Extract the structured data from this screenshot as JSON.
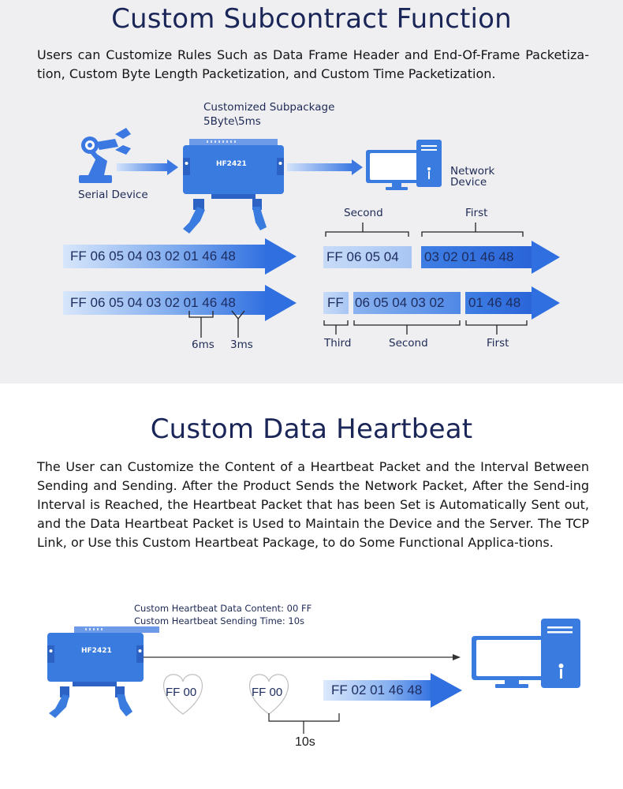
{
  "section1": {
    "title": "Custom Subcontract Function",
    "paragraph": "Users can Customize Rules Such as Data Frame Header and End-Of-Frame Packetiza-tion, Custom Byte Length Packetization, and Custom Time Packetization.",
    "subpackage_label_line1": "Customized Subpackage",
    "subpackage_label_line2": "5Byte\\5ms",
    "serial_device_label": "Serial Device",
    "network_device_label_line1": "Network",
    "network_device_label_line2": "Device",
    "device_model": "HF2421",
    "row1_data": "FF 06 05 04 03 02 01 46 48",
    "row2_data": "FF 06 05 04 03 02 01 46 48",
    "row1_second_label": "Second",
    "row1_first_label": "First",
    "row1_segment_a": "FF 06 05 04",
    "row1_segment_b": "03 02 01 46 48",
    "row2_segment_a": "FF",
    "row2_segment_b": "06 05 04 03 02",
    "row2_segment_c": "01 46 48",
    "row2_third_label": "Third",
    "row2_second_label": "Second",
    "row2_first_label": "First",
    "time_6ms": "6ms",
    "time_3ms": "3ms"
  },
  "section2": {
    "title": "Custom Data Heartbeat",
    "paragraph": "The User can Customize the Content of a Heartbeat Packet and the Interval Between Sending and Sending. After the Product Sends the Network Packet, After the Send-ing Interval is Reached, the Heartbeat Packet that has been Set is Automatically Sent out, and the Data Heartbeat Packet is Used to Maintain the Device and the Server. The TCP Link, or Use this Custom Heartbeat Package, to do Some Functional Applica-tions.",
    "heartbeat_content_label": "Custom Heartbeat Data Content: 00 FF",
    "heartbeat_time_label": "Custom Heartbeat Sending Time: 10s",
    "device_model": "HF2421",
    "heart1_text": "FF 00",
    "heart2_text": "FF 00",
    "packet_data": "FF 02 01 46 48",
    "interval_label": "10s"
  },
  "colors": {
    "title": "#1a2558",
    "accent_blue": "#2f6fe0",
    "light_blue": "#b9d2f6",
    "device_blue": "#3a7be0"
  }
}
